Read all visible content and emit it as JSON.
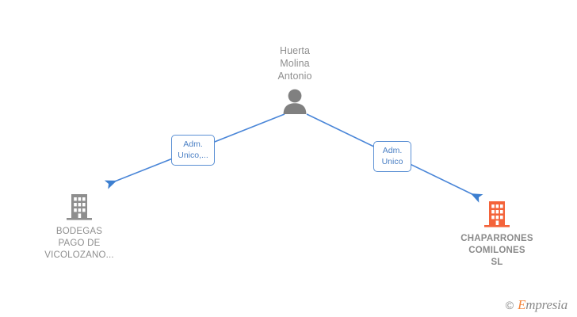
{
  "diagram": {
    "type": "org-relationship-graph",
    "colors": {
      "edge": "#4a86d8",
      "node_text": "#8e8e8e",
      "label_border": "#5b90d4",
      "label_text": "#4a7fc4",
      "company_current": "#f4633a",
      "company_other": "#8e8e8e",
      "background": "#ffffff"
    },
    "person": {
      "icon": "person-icon",
      "name": "Huerta\nMolina\nAntonio"
    },
    "companies": [
      {
        "icon": "building-icon",
        "name": "BODEGAS\nPAGO DE\nVICOLOZANO...",
        "variant": "other"
      },
      {
        "icon": "building-icon",
        "name": "CHAPARRONES\nCOMILONES\nSL",
        "variant": "current"
      }
    ],
    "edges": [
      {
        "label": "Adm.\nUnico,...",
        "from": "person",
        "to": "BODEGAS PAGO DE VICOLOZANO..."
      },
      {
        "label": "Adm.\nUnico",
        "from": "person",
        "to": "CHAPARRONES COMILONES SL"
      }
    ]
  },
  "watermark": {
    "copyright": "©",
    "brand_first": "E",
    "brand_rest": "mpresia"
  }
}
